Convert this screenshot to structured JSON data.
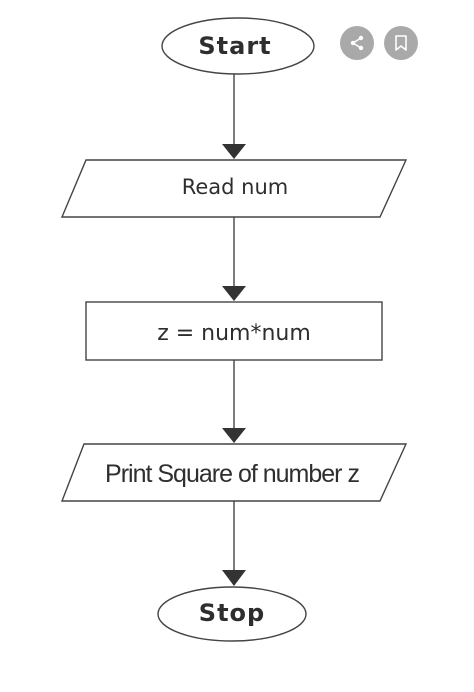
{
  "flowchart": {
    "start": "Start",
    "input": "Read num",
    "process": "z = num*num",
    "output": "Print Square of number z",
    "stop": "Stop"
  },
  "icons": {
    "share": "share-icon",
    "bookmark": "bookmark-icon"
  },
  "colors": {
    "stroke": "#444444",
    "text": "#2e2e2e",
    "icon_button_bg": "#a9a9a9",
    "icon_glyph": "#ffffff"
  }
}
